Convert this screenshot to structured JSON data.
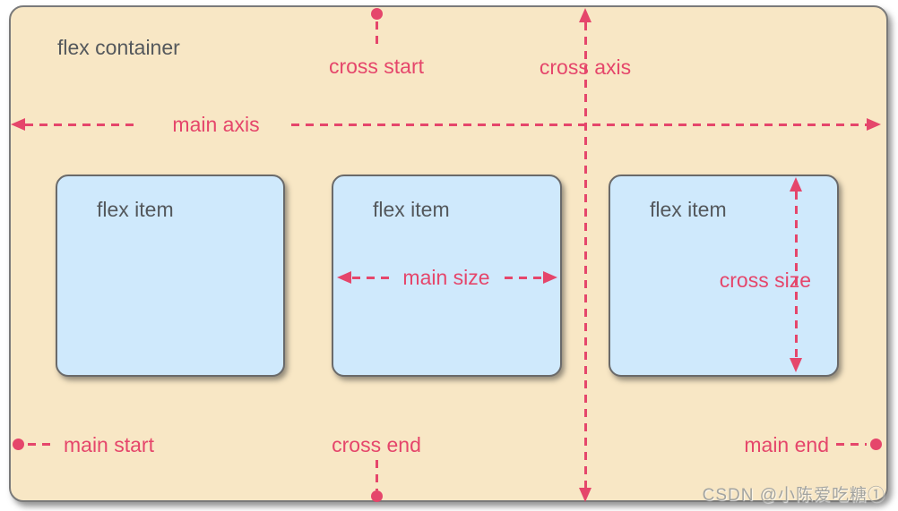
{
  "palette": {
    "page-bg": "#ffffff",
    "container-bg": "#f8e7c5",
    "container-border": "#7a7a7a",
    "item-bg": "#cfe9fc",
    "item-border": "#6a6a6a",
    "accent-pink": "#e5466b",
    "label-gray": "#54585c",
    "watermark-gray": "#a3a4a0"
  },
  "container": {
    "label": "flex container"
  },
  "axis_labels": {
    "main_axis": "main axis",
    "cross_axis": "cross axis",
    "cross_start": "cross start",
    "cross_end": "cross end",
    "main_start": "main start",
    "main_end": "main end",
    "main_size": "main size",
    "cross_size": "cross size"
  },
  "items": [
    {
      "label": "flex item"
    },
    {
      "label": "flex item"
    },
    {
      "label": "flex item"
    }
  ],
  "watermark": {
    "text": "CSDN @小陈爱吃糖①"
  }
}
